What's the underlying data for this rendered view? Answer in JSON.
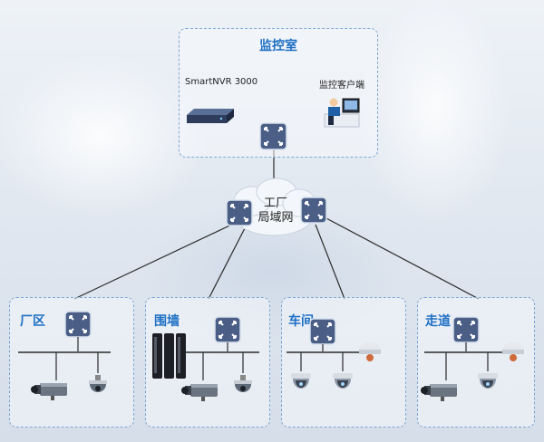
{
  "monitor_room": {
    "title": "监控室",
    "nvr_label": "SmartNVR 3000",
    "client_label": "监控客户端"
  },
  "cloud": {
    "line1": "工厂",
    "line2": "局域网"
  },
  "zones": [
    {
      "title": "厂区"
    },
    {
      "title": "围墙"
    },
    {
      "title": "车间"
    },
    {
      "title": "走道"
    }
  ],
  "icons": {
    "switch": "network-switch-icon",
    "nvr": "nvr-recorder-icon",
    "client": "operator-workstation-icon",
    "bullet_camera": "bullet-camera-icon",
    "dome_camera": "dome-camera-icon",
    "ptz_camera": "ptz-camera-icon",
    "smoke_detector": "smoke-detector-icon",
    "beam_sensor": "infrared-beam-sensor-icon",
    "cloud": "lan-cloud-icon"
  },
  "colors": {
    "zone_border": "#7ea6d3",
    "zone_title": "#1d6fc4",
    "line": "#2b2b2b",
    "switch": "#4a5e86"
  }
}
